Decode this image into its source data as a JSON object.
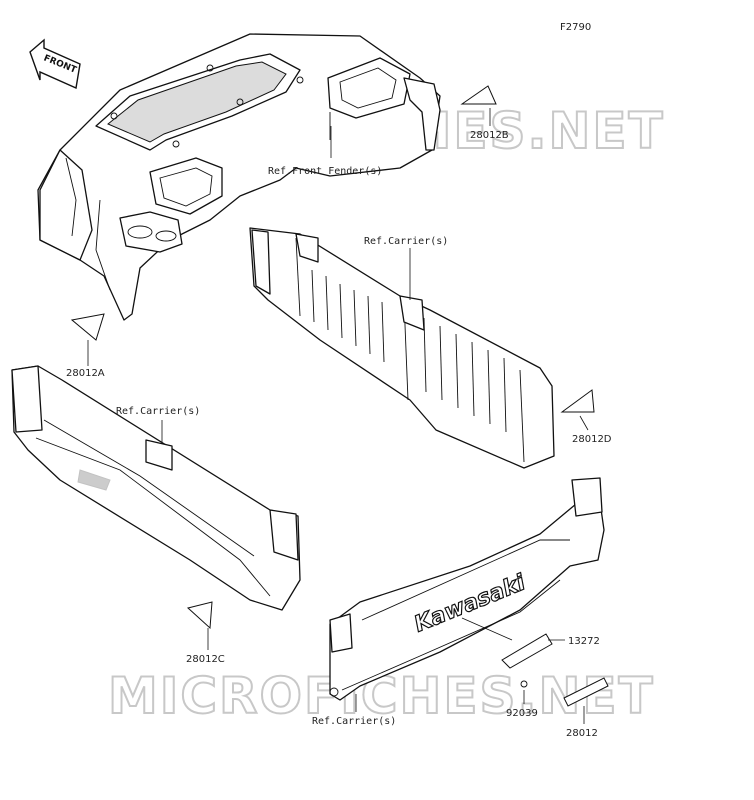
{
  "figure_id": "F2790",
  "front_indicator": "FRONT",
  "watermark": "MICROFICHES.NET",
  "brand_text": "Kawasaki",
  "callouts": {
    "ref_front_fender": "Ref.Front Fender(s)",
    "ref_carrier_1": "Ref.Carrier(s)",
    "ref_carrier_2": "Ref.Carrier(s)",
    "ref_carrier_3": "Ref.Carrier(s)",
    "part_28012B": "28012B",
    "part_28012A": "28012A",
    "part_28012D": "28012D",
    "part_28012C": "28012C",
    "part_13272": "13272",
    "part_92039": "92039",
    "part_28012": "28012"
  }
}
